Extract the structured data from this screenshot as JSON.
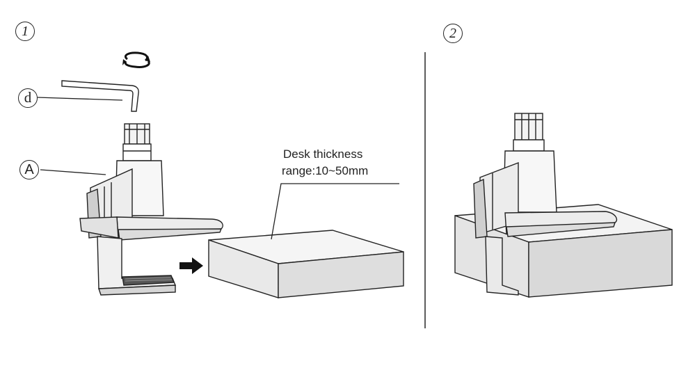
{
  "steps": [
    {
      "number": "1"
    },
    {
      "number": "2"
    }
  ],
  "callouts": {
    "tool": "d",
    "clamp_part": "A"
  },
  "annotation": {
    "line1": "Desk thickness",
    "line2": "range:10~50mm"
  }
}
